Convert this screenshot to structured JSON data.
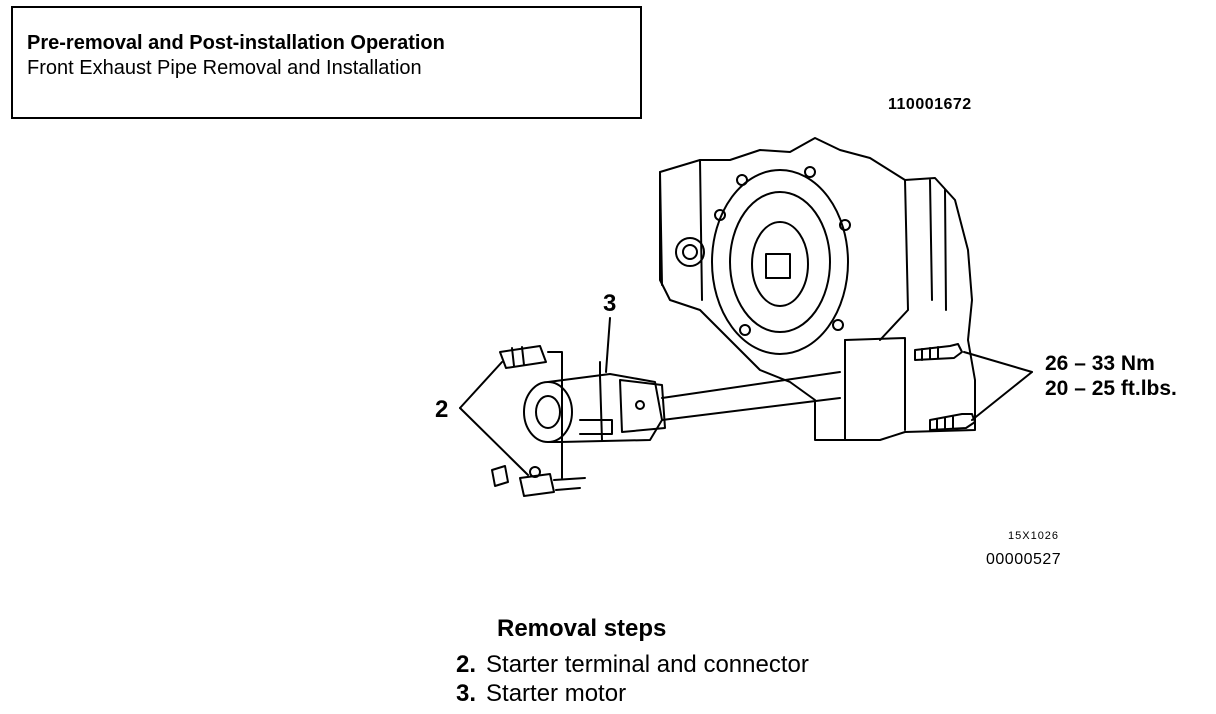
{
  "note": {
    "title": "Pre-removal and Post-installation Operation",
    "subtitle": "Front Exhaust Pipe Removal and Installation"
  },
  "codes": {
    "figure_id": "110001672",
    "ref_small": "15X1026",
    "ref_number": "00000527"
  },
  "callouts": {
    "label_3": "3",
    "label_2": "2"
  },
  "torque": {
    "nm": "26 – 33 Nm",
    "ftlbs": "20 – 25 ft.lbs."
  },
  "removal": {
    "heading": "Removal steps",
    "steps": [
      {
        "num": "2.",
        "label": "Starter terminal and connector"
      },
      {
        "num": "3.",
        "label": "Starter motor"
      }
    ]
  },
  "colors": {
    "ink": "#000000",
    "paper": "#ffffff"
  }
}
